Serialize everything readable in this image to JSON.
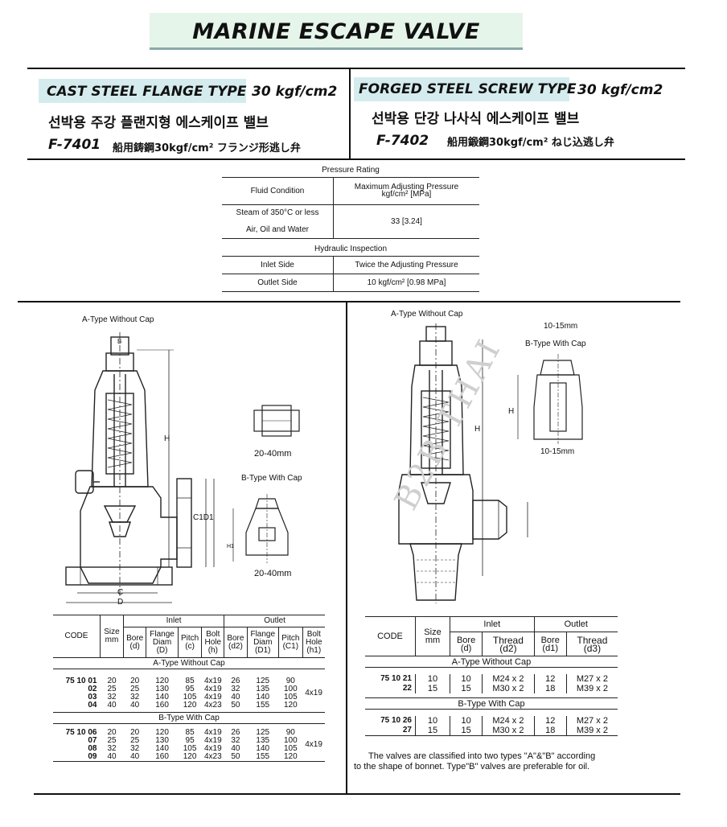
{
  "title": "MARINE ESCAPE VALVE",
  "left_product": {
    "type": "CAST STEEL FLANGE TYPE",
    "rating": "30 kgf/cm2",
    "korean": "선박용 주강 플랜지형 에스케이프 밸브",
    "code": "F-7401",
    "japanese": "船用鋳鋼30kgf/cm² フランジ形逃し弁"
  },
  "right_product": {
    "type": "FORGED STEEL SCREW TYPE",
    "rating": "30 kgf/cm2",
    "korean": "선박용 단강 나사식 에스케이프 밸브",
    "code": "F-7402",
    "japanese": "船用鍛鋼30kgf/cm² ねじ込逃し弁"
  },
  "pressure_table": {
    "title": "Pressure Rating",
    "col1": "Fluid Condition",
    "col2a": "Maximum Adjusting Pressure",
    "col2b": "kgf/cm² [MPa]",
    "row1a": "Steam of 350°C or less",
    "row1b": "Air, Oil and Water",
    "row1v": "33 [3.24]",
    "insp_title": "Hydraulic Inspection",
    "inlet_label": "Inlet Side",
    "inlet_value": "Twice the Adjusting Pressure",
    "outlet_label": "Outlet Side",
    "outlet_value": "10 kgf/cm² [0.98 MPa]"
  },
  "left_drawing": {
    "a_type": "A-Type Without Cap",
    "b_type": "B-Type With Cap",
    "dim_top": "20-40mm",
    "dim_bottom": "20-40mm",
    "h": "H",
    "c1d1": "C1D1",
    "c": "C",
    "d": "D",
    "h1": "H1",
    "b": "B"
  },
  "right_drawing": {
    "a_type": "A-Type Without Cap",
    "b_type": "B-Type With Cap",
    "dim_top": "10-15mm",
    "dim_bottom": "10-15mm",
    "h": "H",
    "h2": "H",
    "watermark": "B2B THAI"
  },
  "left_table": {
    "code": "CODE",
    "size1": "Size",
    "size2": "mm",
    "inlet": "Inlet",
    "outlet": "Outlet",
    "bore1": "Bore",
    "bore1b": "(d)",
    "flange1": "Flange",
    "flange1b": "Diam",
    "flange1c": "(D)",
    "pitch1": "Pitch",
    "pitch1b": "(c)",
    "bolt1": "Bolt",
    "bolt1b": "Hole",
    "bolt1c": "(h)",
    "bore2": "Bore",
    "bore2b": "(d2)",
    "flange2": "Flange",
    "flange2b": "Diam",
    "flange2c": "(D1)",
    "pitch2": "Pitch",
    "pitch2b": "(C1)",
    "bolt2": "Bolt",
    "bolt2b": "Hole",
    "bolt2c": "(h1)",
    "a_section": "A-Type Without Cap",
    "b_section": "B-Type With Cap",
    "a_rows": [
      [
        "75 10 01",
        "20",
        "20",
        "120",
        "85",
        "4x19",
        "26",
        "125",
        "90"
      ],
      [
        "02",
        "25",
        "25",
        "130",
        "95",
        "4x19",
        "32",
        "135",
        "100"
      ],
      [
        "03",
        "32",
        "32",
        "140",
        "105",
        "4x19",
        "40",
        "140",
        "105"
      ],
      [
        "04",
        "40",
        "40",
        "160",
        "120",
        "4x23",
        "50",
        "155",
        "120"
      ]
    ],
    "b_rows": [
      [
        "75 10 06",
        "20",
        "20",
        "120",
        "85",
        "4x19",
        "26",
        "125",
        "90"
      ],
      [
        "07",
        "25",
        "25",
        "130",
        "95",
        "4x19",
        "32",
        "135",
        "100"
      ],
      [
        "08",
        "32",
        "32",
        "140",
        "105",
        "4x19",
        "40",
        "140",
        "105"
      ],
      [
        "09",
        "40",
        "40",
        "160",
        "120",
        "4x23",
        "50",
        "155",
        "120"
      ]
    ],
    "bolt_out": "4x19"
  },
  "right_table": {
    "code": "CODE",
    "size1": "Size",
    "size2": "mm",
    "inlet": "Inlet",
    "outlet": "Outlet",
    "bore_d": "Bore",
    "bore_db": "(d)",
    "thread_d2": "Thread",
    "thread_d2b": "(d2)",
    "bore_d1": "Bore",
    "bore_d1b": "(d1)",
    "thread_d3": "Thread",
    "thread_d3b": "(d3)",
    "a_section": "A-Type Without Cap",
    "b_section": "B-Type With Cap",
    "a_rows": [
      [
        "75 10 21",
        "10",
        "10",
        "M24 x 2",
        "12",
        "M27 x 2"
      ],
      [
        "22",
        "15",
        "15",
        "M30 x 2",
        "18",
        "M39 x 2"
      ]
    ],
    "b_rows": [
      [
        "75 10 26",
        "10",
        "10",
        "M24 x 2",
        "12",
        "M27 x 2"
      ],
      [
        "27",
        "15",
        "15",
        "M30 x 2",
        "18",
        "M39 x 2"
      ]
    ]
  },
  "note_line1": "The valves are classified into two types \"A\"&\"B\" according",
  "note_line2": "to the shape of bonnet.  Type\"B\" valves are preferable for oil."
}
